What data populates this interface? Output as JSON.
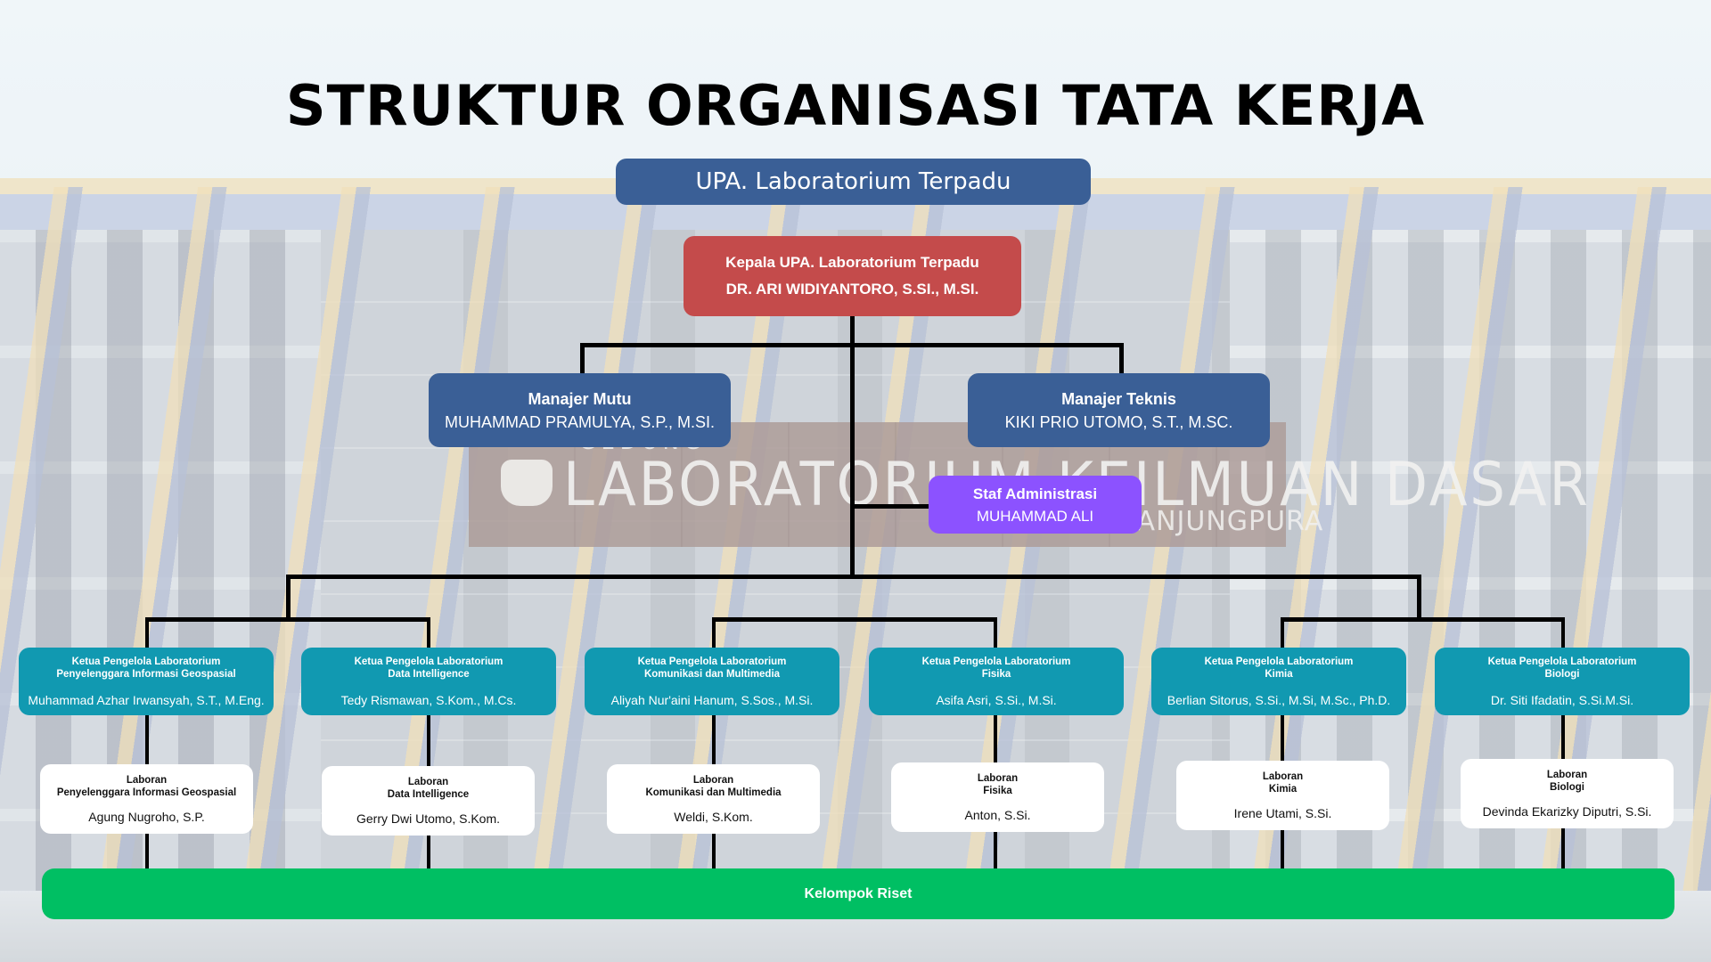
{
  "title": "STRUKTUR ORGANISASI TATA KERJA",
  "background_sign": {
    "small": "GEDUNG",
    "big": "LABORATORIUM KEILMUAN DASAR",
    "sub": "UNIVERSITAS TANJUNGPURA"
  },
  "unit": {
    "label": "UPA. Laboratorium Terpadu"
  },
  "head": {
    "title": "Kepala UPA. Laboratorium Terpadu",
    "name": "DR. ARI WIDIYANTORO, S.SI., M.SI."
  },
  "managers": [
    {
      "title": "Manajer Mutu",
      "name": "MUHAMMAD PRAMULYA, S.P., M.SI."
    },
    {
      "title": "Manajer Teknis",
      "name": "KIKI PRIO UTOMO, S.T., M.SC."
    }
  ],
  "admin": {
    "title": "Staf Administrasi",
    "name": "MUHAMMAD ALI"
  },
  "labs": [
    {
      "ketua_title": "Ketua Pengelola Laboratorium",
      "lab_name": "Penyelenggara Informasi Geospasial",
      "ketua_name": "Muhammad Azhar Irwansyah, S.T., M.Eng.",
      "laboran_title": "Laboran",
      "laboran_name": "Agung Nugroho, S.P."
    },
    {
      "ketua_title": "Ketua Pengelola Laboratorium",
      "lab_name": "Data Intelligence",
      "ketua_name": "Tedy Rismawan, S.Kom., M.Cs.",
      "laboran_title": "Laboran",
      "laboran_name": "Gerry Dwi Utomo, S.Kom."
    },
    {
      "ketua_title": "Ketua Pengelola Laboratorium",
      "lab_name": "Komunikasi dan Multimedia",
      "ketua_name": "Aliyah Nur'aini Hanum, S.Sos., M.Si.",
      "laboran_title": "Laboran",
      "laboran_name": "Weldi, S.Kom."
    },
    {
      "ketua_title": "Ketua Pengelola Laboratorium",
      "lab_name": "Fisika",
      "ketua_name": "Asifa Asri, S.Si., M.Si.",
      "laboran_title": "Laboran",
      "laboran_name": "Anton, S.Si."
    },
    {
      "ketua_title": "Ketua Pengelola Laboratorium",
      "lab_name": "Kimia",
      "ketua_name": "Berlian Sitorus, S.Si., M.Si, M.Sc., Ph.D.",
      "laboran_title": "Laboran",
      "laboran_name": "Irene Utami, S.Si."
    },
    {
      "ketua_title": "Ketua Pengelola Laboratorium",
      "lab_name": "Biologi",
      "ketua_name": "Dr. Siti Ifadatin, S.Si.M.Si.",
      "laboran_title": "Laboran",
      "laboran_name": "Devinda Ekarizky Diputri, S.Si."
    }
  ],
  "research_group": {
    "label": "Kelompok Riset"
  },
  "colors": {
    "unit": "#3a5f96",
    "head": "#c44b4b",
    "manager": "#3a5f96",
    "admin": "#8c52ff",
    "ketua": "#1199b1",
    "laboran": "#ffffff",
    "research": "#00bf63",
    "connector": "#000000"
  }
}
